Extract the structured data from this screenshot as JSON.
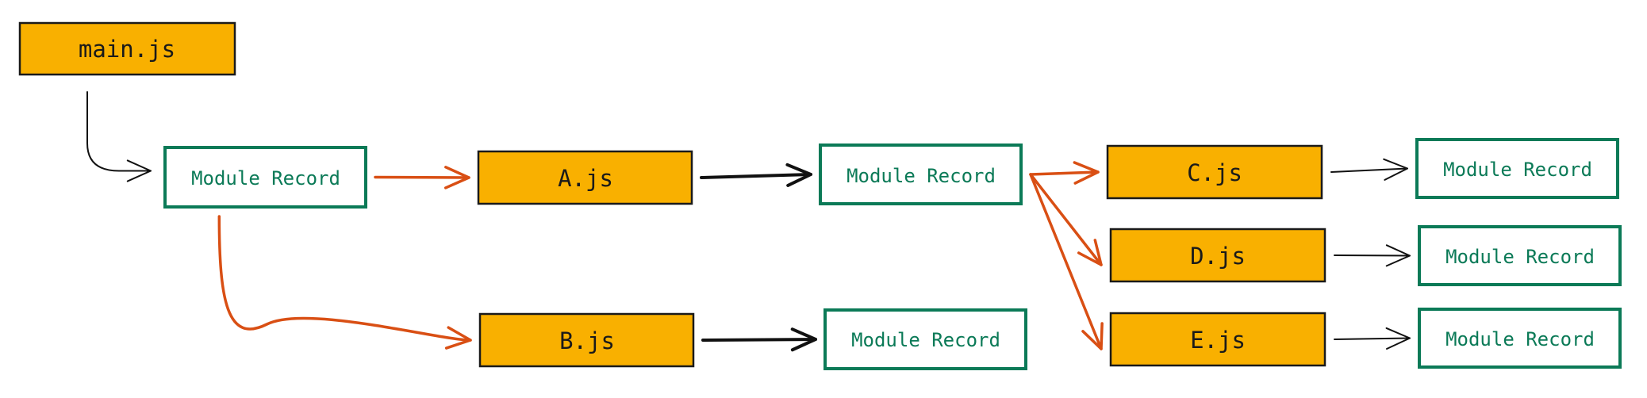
{
  "colors": {
    "file_fill": "#f9b000",
    "file_stroke": "#1a1a1a",
    "record_stroke": "#0b7a57",
    "record_text": "#0b7a57",
    "edge_primary": "#d94f14",
    "edge_default": "#111111"
  },
  "nodes": {
    "main": {
      "label": "main.js",
      "kind": "file"
    },
    "record_main": {
      "label": "Module Record",
      "kind": "record"
    },
    "a": {
      "label": "A.js",
      "kind": "file"
    },
    "record_a": {
      "label": "Module Record",
      "kind": "record"
    },
    "b": {
      "label": "B.js",
      "kind": "file"
    },
    "record_b": {
      "label": "Module Record",
      "kind": "record"
    },
    "c": {
      "label": "C.js",
      "kind": "file"
    },
    "record_c": {
      "label": "Module Record",
      "kind": "record"
    },
    "d": {
      "label": "D.js",
      "kind": "file"
    },
    "record_d": {
      "label": "Module Record",
      "kind": "record"
    },
    "e": {
      "label": "E.js",
      "kind": "file"
    },
    "record_e": {
      "label": "Module Record",
      "kind": "record"
    }
  },
  "edges": [
    {
      "from": "main",
      "to": "record_main",
      "style": "default"
    },
    {
      "from": "record_main",
      "to": "a",
      "style": "primary"
    },
    {
      "from": "record_main",
      "to": "b",
      "style": "primary"
    },
    {
      "from": "a",
      "to": "record_a",
      "style": "default"
    },
    {
      "from": "b",
      "to": "record_b",
      "style": "default"
    },
    {
      "from": "record_a",
      "to": "c",
      "style": "primary"
    },
    {
      "from": "record_a",
      "to": "d",
      "style": "primary"
    },
    {
      "from": "record_a",
      "to": "e",
      "style": "primary"
    },
    {
      "from": "c",
      "to": "record_c",
      "style": "default"
    },
    {
      "from": "d",
      "to": "record_d",
      "style": "default"
    },
    {
      "from": "e",
      "to": "record_e",
      "style": "default"
    }
  ]
}
